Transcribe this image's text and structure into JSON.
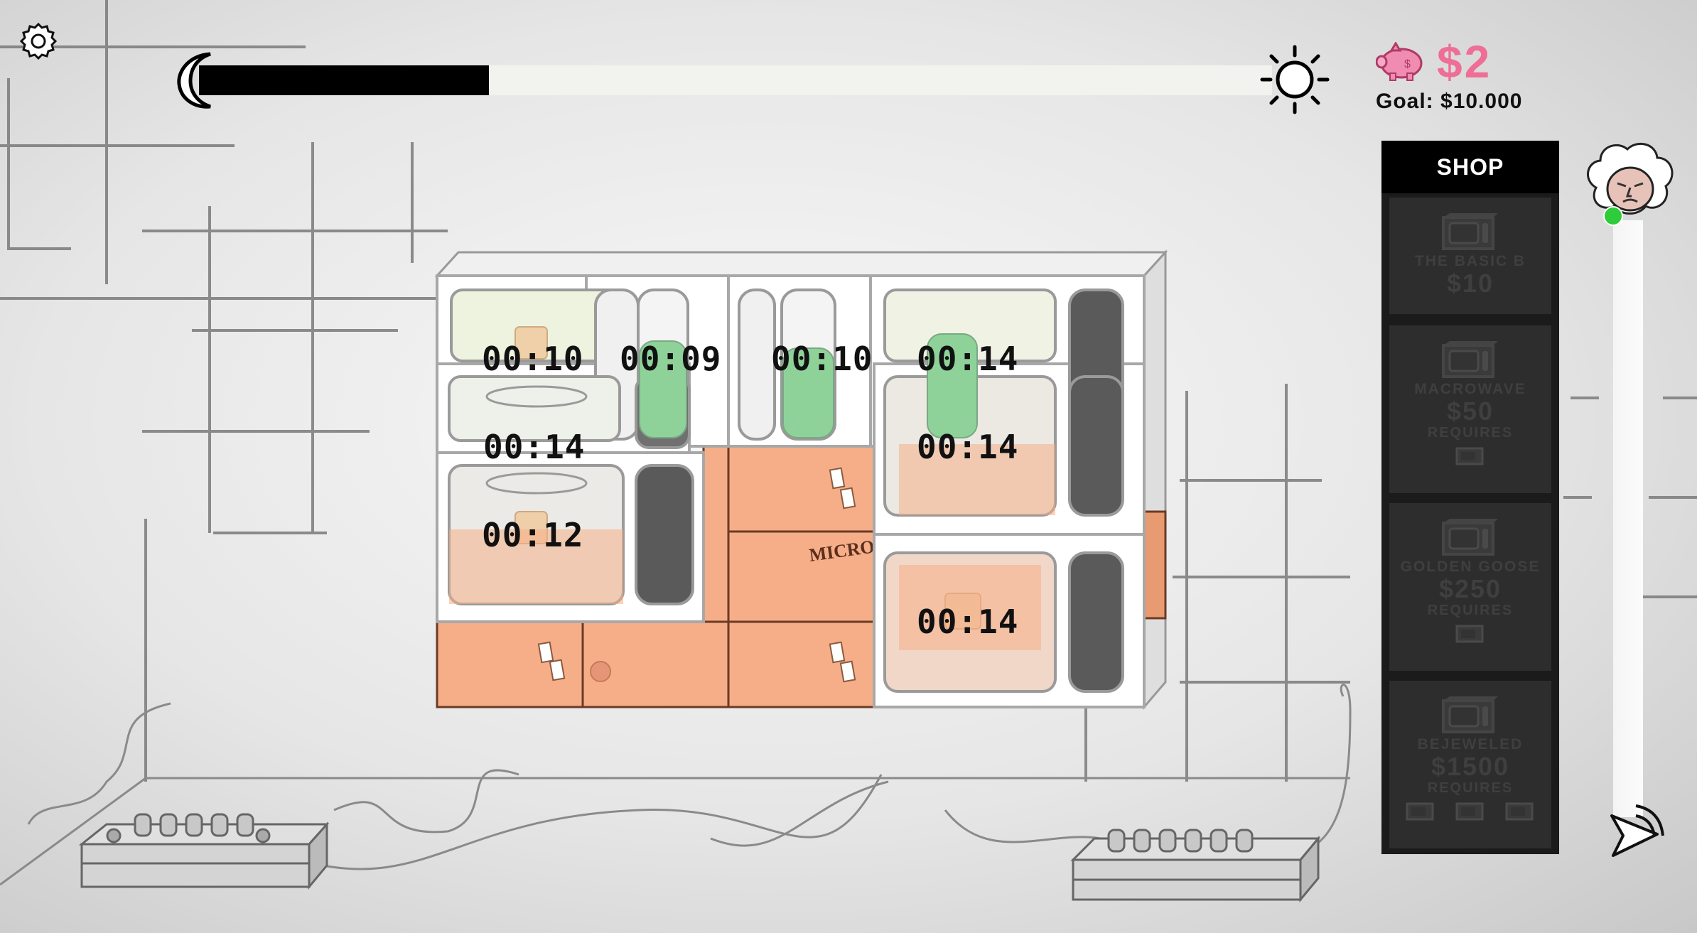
{
  "hud": {
    "settings_icon": "gear-icon",
    "night_icon": "moon-icon",
    "day_icon": "sun-icon",
    "day_progress": 0.27,
    "money": "$2",
    "money_icon": "piggy-bank-icon",
    "goal": "Goal: $10.000"
  },
  "shop": {
    "title": "SHOP",
    "items": [
      {
        "name": "THE BASIC B",
        "price": "$10",
        "requires": "",
        "requires_count": 0
      },
      {
        "name": "MACROWAVE",
        "price": "$50",
        "requires": "REQUIRES",
        "requires_count": 1
      },
      {
        "name": "GOLDEN GOOSE",
        "price": "$250",
        "requires": "REQUIRES",
        "requires_count": 1
      },
      {
        "name": "BEJEWELED",
        "price": "$1500",
        "requires": "REQUIRES",
        "requires_count": 3
      }
    ]
  },
  "microwaves": {
    "timers": [
      "00:10",
      "00:09",
      "00:10",
      "00:14",
      "00:14",
      "00:14",
      "00:12",
      "00:14"
    ]
  },
  "boxes": {
    "label": "MICRO"
  },
  "sidebar": {
    "customer_icon": "grandma-avatar-icon",
    "status": "online",
    "status_color": "#2ecb3a",
    "action_icon": "send-sound-icon"
  },
  "colors": {
    "accent_pink": "#ee6e98",
    "box_orange": "#f5ae88",
    "liquid_green": "#8ed29a"
  }
}
